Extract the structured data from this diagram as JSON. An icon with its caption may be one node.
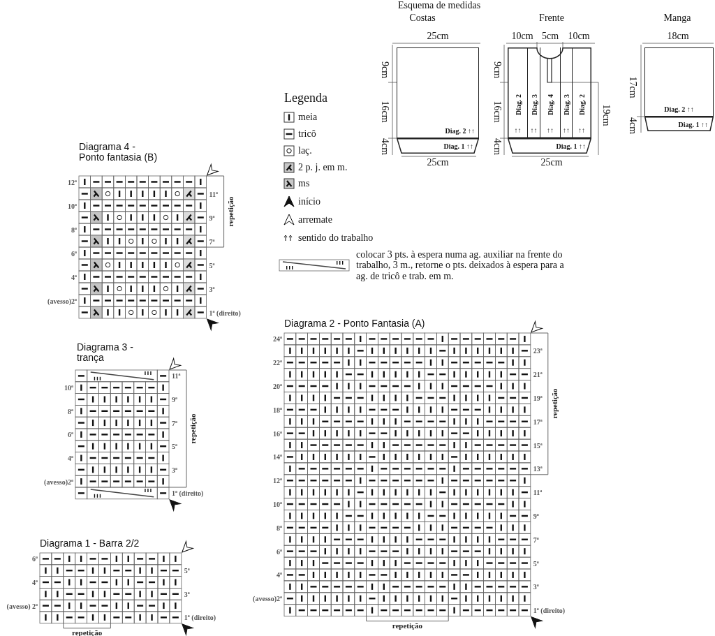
{
  "diagram": {
    "title": "Esquema de medidas",
    "nodes": [
      {
        "text": [
          "Diag. 2 ↑↑"
        ]
      },
      {
        "text": [
          "Diag. 1 ↑↑"
        ]
      },
      {
        "text": [],
        "shape": "box"
      },
      {
        "text": [
          "Diag. 2",
          "↑↑"
        ],
        "in": 2
      },
      {
        "text": [
          "Diag. 3",
          "↑↑"
        ],
        "in": 2
      },
      {
        "text": [
          "Diag. 4",
          "↑↑"
        ],
        "in": 2
      },
      {
        "text": [
          "Diag. 3",
          "↑↑"
        ],
        "in": 2
      },
      {
        "text": [
          "Diag. 2",
          "↑↑"
        ],
        "in": 2
      },
      {
        "text": [
          "Diag. 1 ↑↑"
        ]
      },
      {
        "text": [
          "Diag. 2 ↑↑"
        ]
      },
      {
        "text": [
          "Diag. 1 ↑↑"
        ]
      }
    ],
    "labels": [
      "Costas",
      "Frente",
      "Manga",
      "25cm",
      "9cm",
      "16cm",
      "4cm",
      "25cm",
      "10cm",
      "5cm",
      "10cm",
      "9cm",
      "16cm",
      "4cm",
      "19cm",
      "25cm",
      "18cm",
      "17cm",
      "4cm",
      "Legenda",
      "Diagrama 4 - Ponto fantasia (B)",
      "12ª",
      "11ª",
      "10ª",
      "9ª",
      "8ª",
      "7ª",
      "6ª",
      "5ª",
      "4ª",
      "3ª",
      "(avesso)2ª",
      "1ª (direito)",
      "repetição",
      "Diagrama 2 - Ponto Fantasia (A)",
      "24ª",
      "23ª",
      "22ª",
      "21ª",
      "20ª",
      "19ª",
      "18ª",
      "17ª",
      "16ª",
      "15ª",
      "14ª",
      "13ª",
      "12ª",
      "11ª",
      "10ª",
      "9ª",
      "8ª",
      "7ª",
      "6ª",
      "5ª",
      "4ª",
      "3ª",
      "(avesso)2ª",
      "1ª (direito)",
      "repetição",
      "repetição",
      "Diagrama 3 - trança",
      "11ª",
      "10ª",
      "9ª",
      "8ª",
      "7ª",
      "6ª",
      "5ª",
      "4ª",
      "3ª",
      "(avesso)2ª",
      "1ª (direito)",
      "repetição",
      "Diagrama 1 - Barra 2/2",
      "6ª",
      "5ª",
      "4ª",
      "3ª",
      "(avesso) 2ª",
      "1ª (direito)",
      "repetição"
    ],
    "legend": [
      {
        "text": "meia"
      },
      {
        "text": "tricô"
      },
      {
        "text": "laç."
      },
      {
        "text": "2 p. j. em m."
      },
      {
        "text": "ms"
      },
      {
        "text": "início"
      },
      {
        "text": "arremate"
      },
      {
        "text": "sentido do trabalho"
      },
      {
        "text": "colocar 3 pts. à espera numa ag. auxiliar na frente do trabalho, 3 m., retorne o pts. deixados à espera para a ag. de tricô e trab. em m."
      }
    ]
  }
}
